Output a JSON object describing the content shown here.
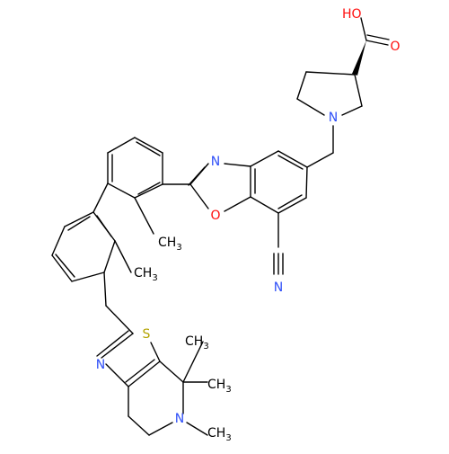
{
  "colors": {
    "bond": "#000000",
    "carbon": "#000000",
    "nitrogen": "#3050F8",
    "oxygen": "#FF0D0D",
    "sulfur": "#B3A300"
  },
  "labels": {
    "hydroxyl": "HO",
    "carbonyl_o": "O",
    "pyrrolidine_n": "N",
    "oxazole_n": "N",
    "oxazole_o": "O",
    "nitrile_n": "N",
    "methyl_1": "CH3",
    "methyl_2": "CH3",
    "thiazole_s": "S",
    "thiazole_n": "N",
    "gem_methyl_1": "CH3",
    "gem_methyl_2": "CH3",
    "amine_n": "N",
    "n_methyl": "CH3"
  }
}
